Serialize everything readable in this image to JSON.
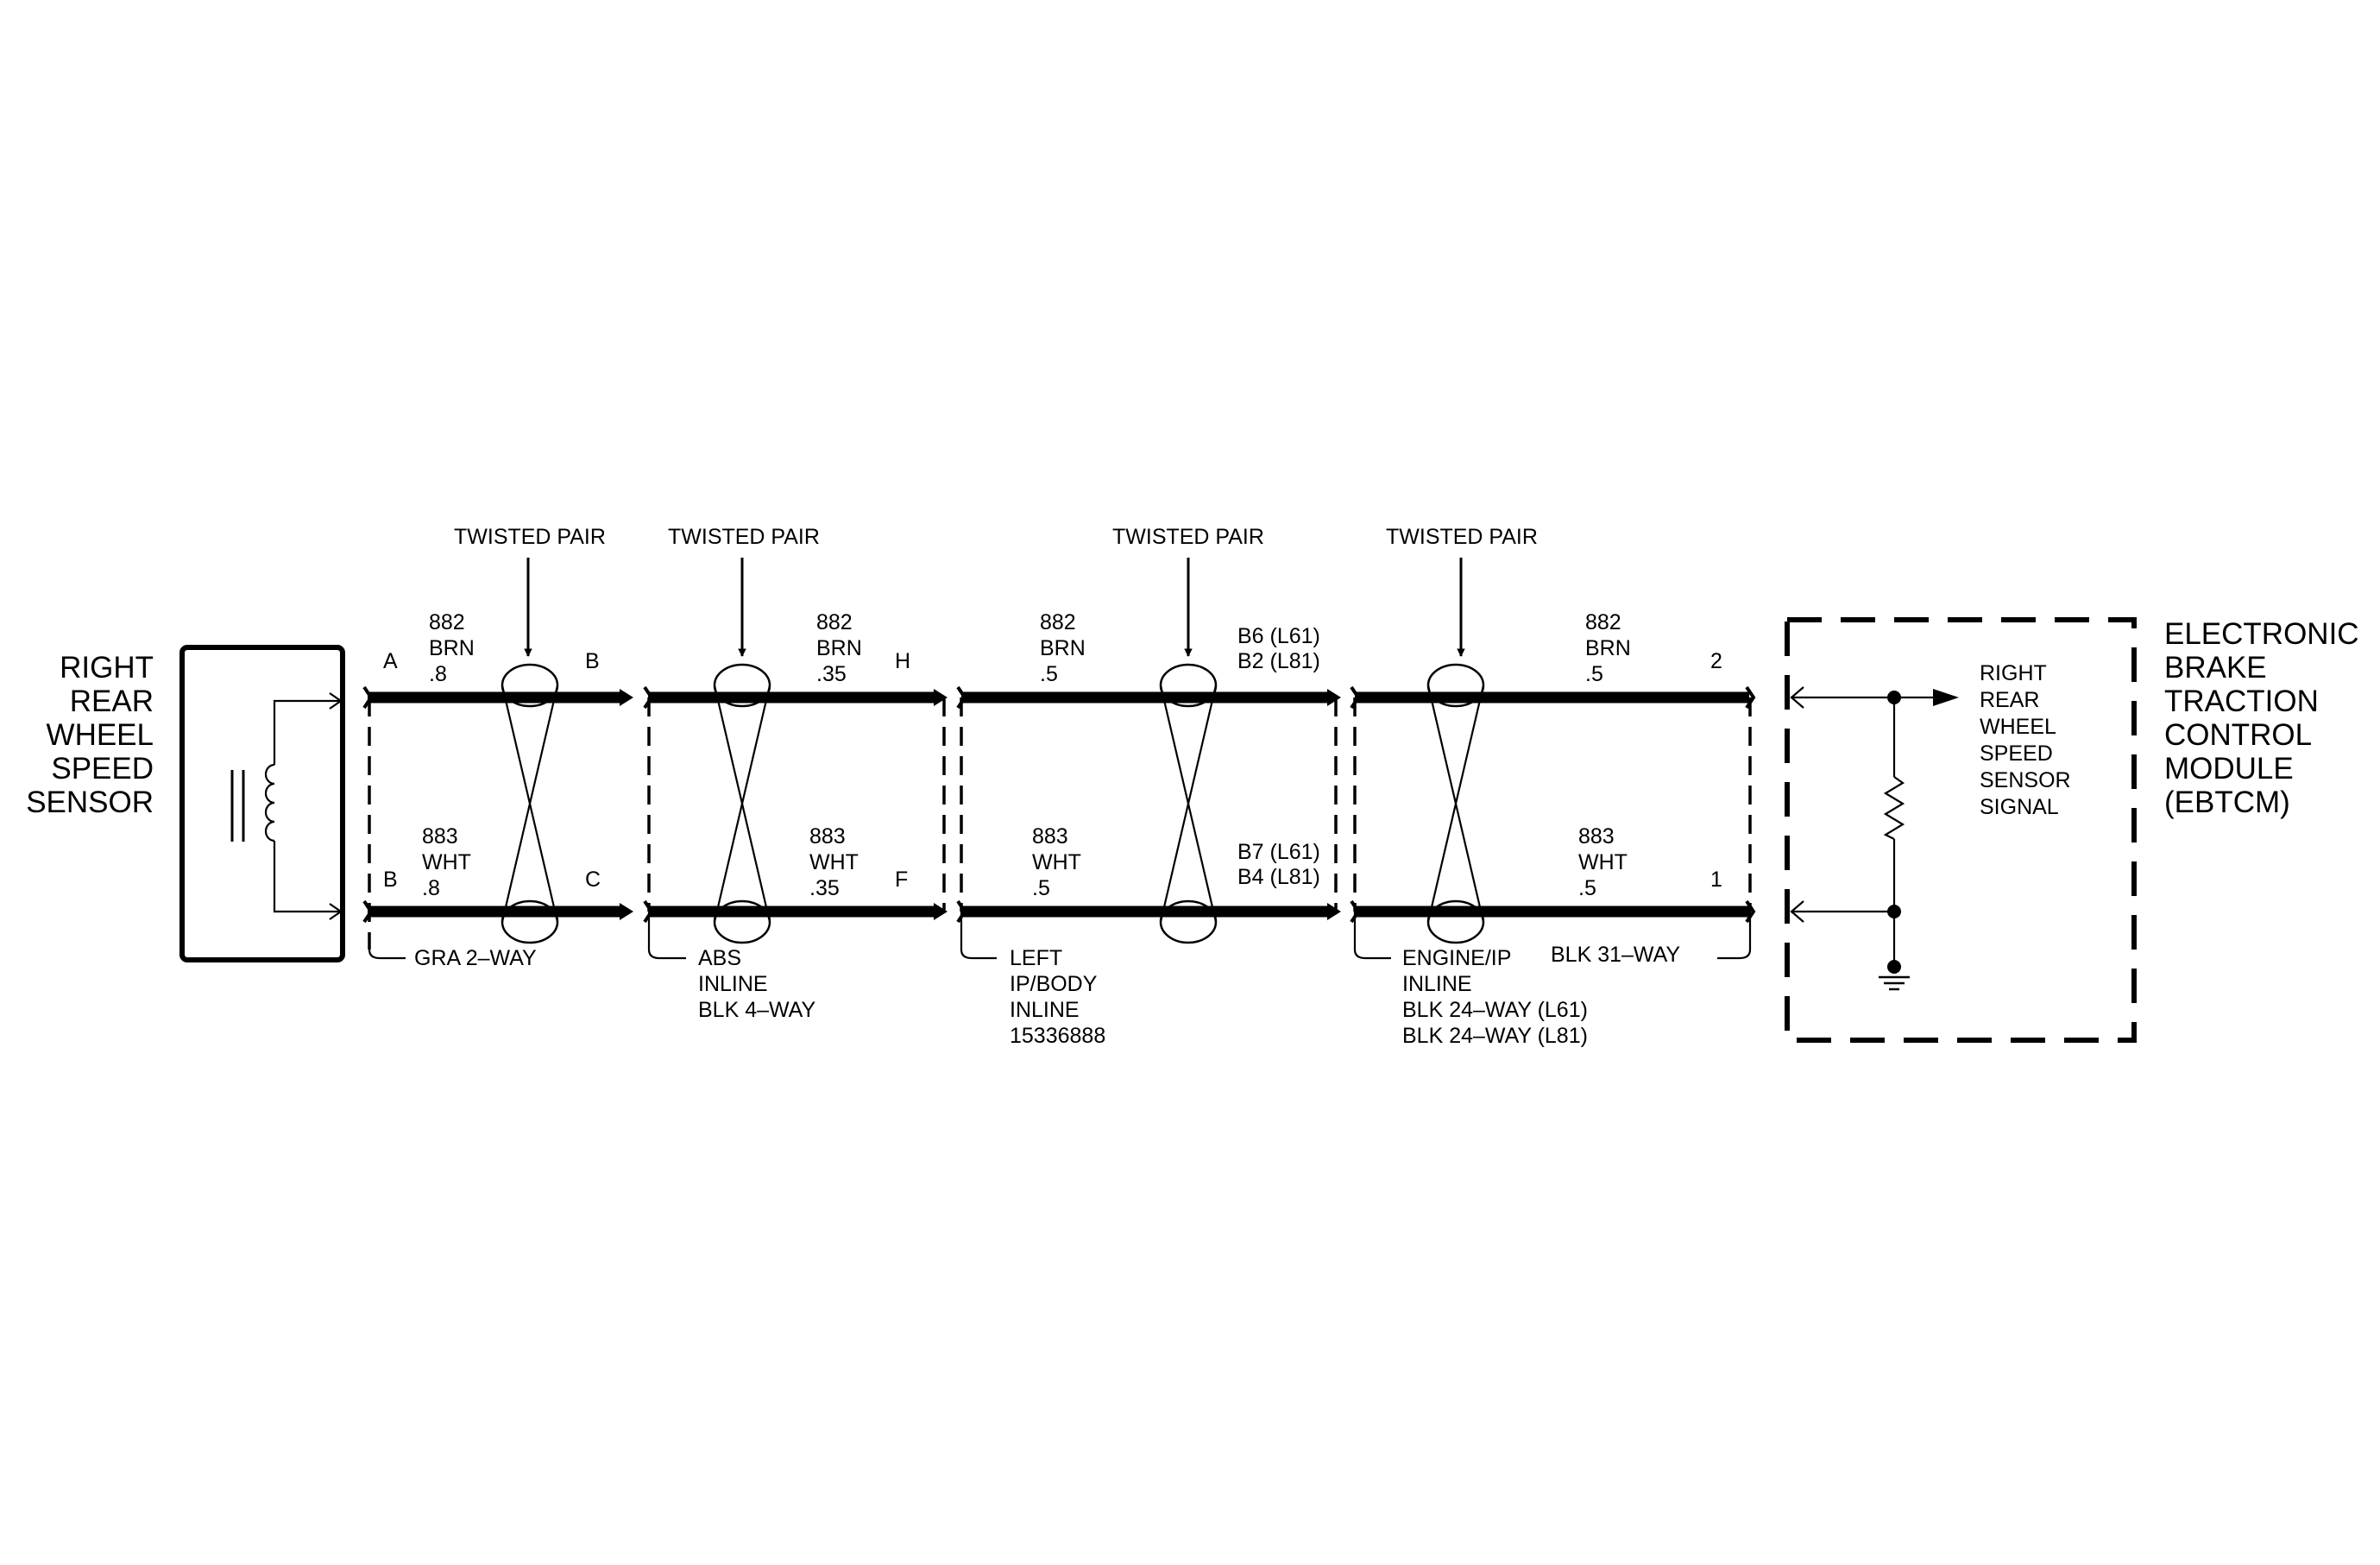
{
  "sensor": {
    "title_lines": [
      "RIGHT",
      "REAR",
      "WHEEL",
      "SPEED",
      "SENSOR"
    ]
  },
  "module": {
    "title_lines": [
      "ELECTRONIC",
      "BRAKE",
      "TRACTION",
      "CONTROL",
      "MODULE",
      "(EBTCM)"
    ],
    "signal_lines": [
      "RIGHT",
      "REAR",
      "WHEEL",
      "SPEED",
      "SENSOR",
      "SIGNAL"
    ]
  },
  "twisted_pair_label": "TWISTED PAIR",
  "connectors": {
    "c1": {
      "top_pin_left": "A",
      "bottom_pin_left": "B",
      "top_pin_right": "B",
      "bottom_pin_right": "C",
      "name_lines": [
        "GRA 2–WAY"
      ]
    },
    "c2": {
      "top_pin_right": "H",
      "bottom_pin_right": "F",
      "name_lines": [
        "ABS",
        "INLINE",
        "BLK 4–WAY"
      ]
    },
    "c3": {
      "top_pin_right_lines": [
        "B6 (L61)",
        "B2 (L81)"
      ],
      "bottom_pin_right_lines": [
        "B7 (L61)",
        "B4 (L81)"
      ],
      "name_lines": [
        "LEFT",
        "IP/BODY",
        "INLINE",
        "15336888"
      ]
    },
    "c4": {
      "top_pin_right": "2",
      "bottom_pin_right": "1",
      "name_lines": [
        "ENGINE/IP",
        "INLINE",
        "BLK 24–WAY (L61)",
        "BLK 24–WAY (L81)"
      ],
      "right_name": "BLK 31–WAY"
    }
  },
  "wires": {
    "seg1_top": [
      "882",
      "BRN",
      ".8"
    ],
    "seg1_bottom": [
      "883",
      "WHT",
      ".8"
    ],
    "seg2_top": [
      "882",
      "BRN",
      ".35"
    ],
    "seg2_bottom": [
      "883",
      "WHT",
      ".35"
    ],
    "seg3_top": [
      "882",
      "BRN",
      ".5"
    ],
    "seg3_bottom": [
      "883",
      "WHT",
      ".5"
    ],
    "seg4_top": [
      "882",
      "BRN",
      ".5"
    ],
    "seg4_bottom": [
      "883",
      "WHT",
      ".5"
    ]
  }
}
